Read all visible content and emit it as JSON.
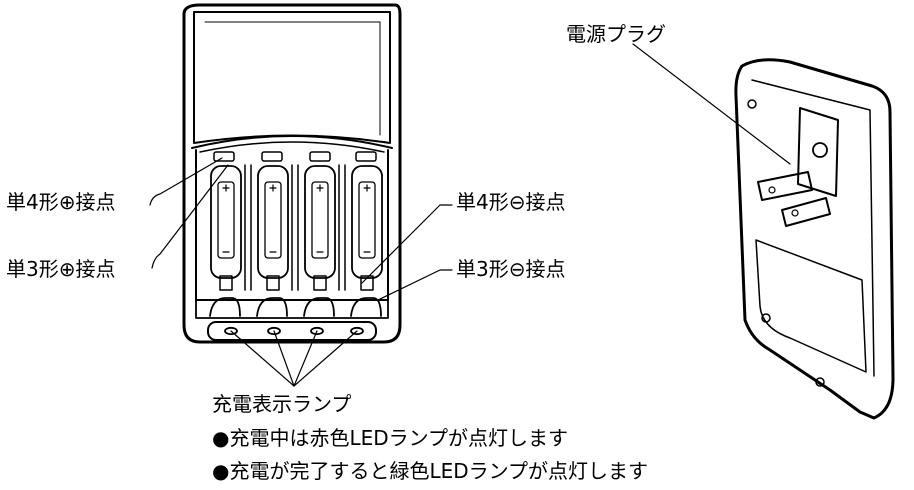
{
  "labels": {
    "aaa_positive": "単4形⊕接点",
    "aa_positive": "単3形⊕接点",
    "aaa_negative": "単4形⊖接点",
    "aa_negative": "単3形⊖接点",
    "power_plug": "電源プラグ",
    "charge_lamps": "充電表示ランプ"
  },
  "notes": [
    "●充電中は赤色LEDランプが点灯します",
    "●充電が完了すると緑色LEDランプが点灯します"
  ]
}
